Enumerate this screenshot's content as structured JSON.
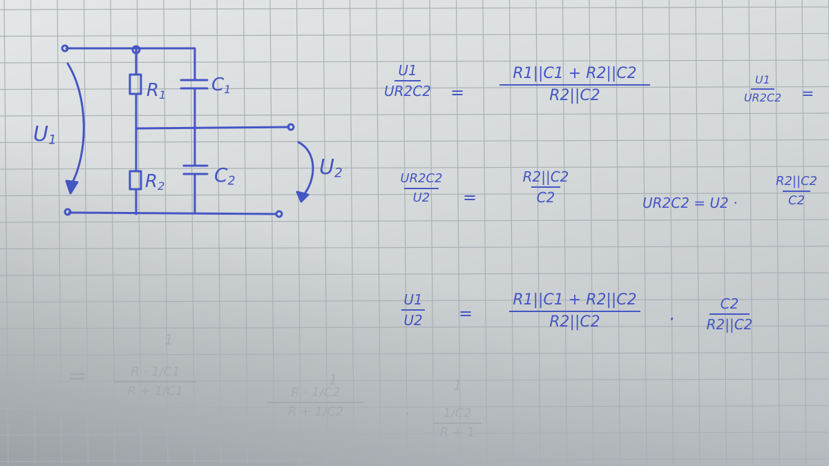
{
  "circuit": {
    "label_r1": "R",
    "sub_r1": "1",
    "label_c1": "C",
    "sub_c1": "1",
    "label_r2": "R",
    "sub_r2": "2",
    "label_c2": "C",
    "sub_c2": "2",
    "label_u1": "U",
    "sub_u1": "1",
    "label_u2": "U",
    "sub_u2": "2"
  },
  "equations": {
    "eq1": {
      "lhs_num": "U1",
      "lhs_den": "UR2C2",
      "equals": "=",
      "rhs_num": "R1||C1 + R2||C2",
      "rhs_den": "R2||C2",
      "tail_num": "U1",
      "tail_den": "UR2C2",
      "tail_equals": "="
    },
    "eq2": {
      "lhs_num": "UR2C2",
      "lhs_den": "U2",
      "equals": "=",
      "rhs_num": "R2||C2",
      "rhs_den": "C2",
      "expr": "UR2C2 = U2 ·",
      "tail_num": "R2||C2",
      "tail_den": "C2"
    },
    "eq3": {
      "lhs_num": "U1",
      "lhs_den": "U2",
      "equals": "=",
      "rhs_num": "R1||C1 + R2||C2",
      "rhs_den": "R2||C2",
      "dot": "·",
      "tail_num": "C2",
      "tail_den": "R2||C2"
    }
  },
  "faded": {
    "equals": "=",
    "one_a": "1",
    "num_a": "R · 1/C1",
    "den_a": "R + 1/C1",
    "one_b": "1",
    "num_b": "R · 1/C2",
    "den_b": "R + 1/C2",
    "dot": "·",
    "one_c": "1",
    "num_c": "1/C2",
    "den_c": "R + 1"
  }
}
